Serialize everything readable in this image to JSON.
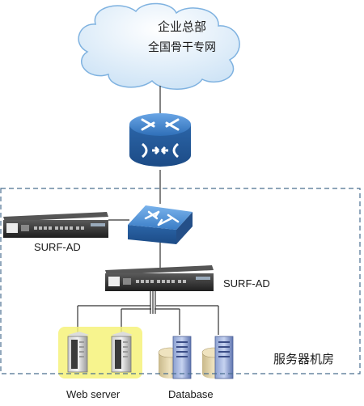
{
  "cloud": {
    "line1": "企业总部",
    "line2": "全国骨干专网"
  },
  "labels": {
    "surf_ad_left": "SURF-AD",
    "surf_ad_center": "SURF-AD",
    "web_server": "Web server",
    "database": "Database",
    "room": "服务器机房"
  },
  "colors": {
    "router_blue": "#2f6fb8",
    "highlight_yellow": "#f6f27a",
    "boundary_dash": "#4a6f8f"
  }
}
